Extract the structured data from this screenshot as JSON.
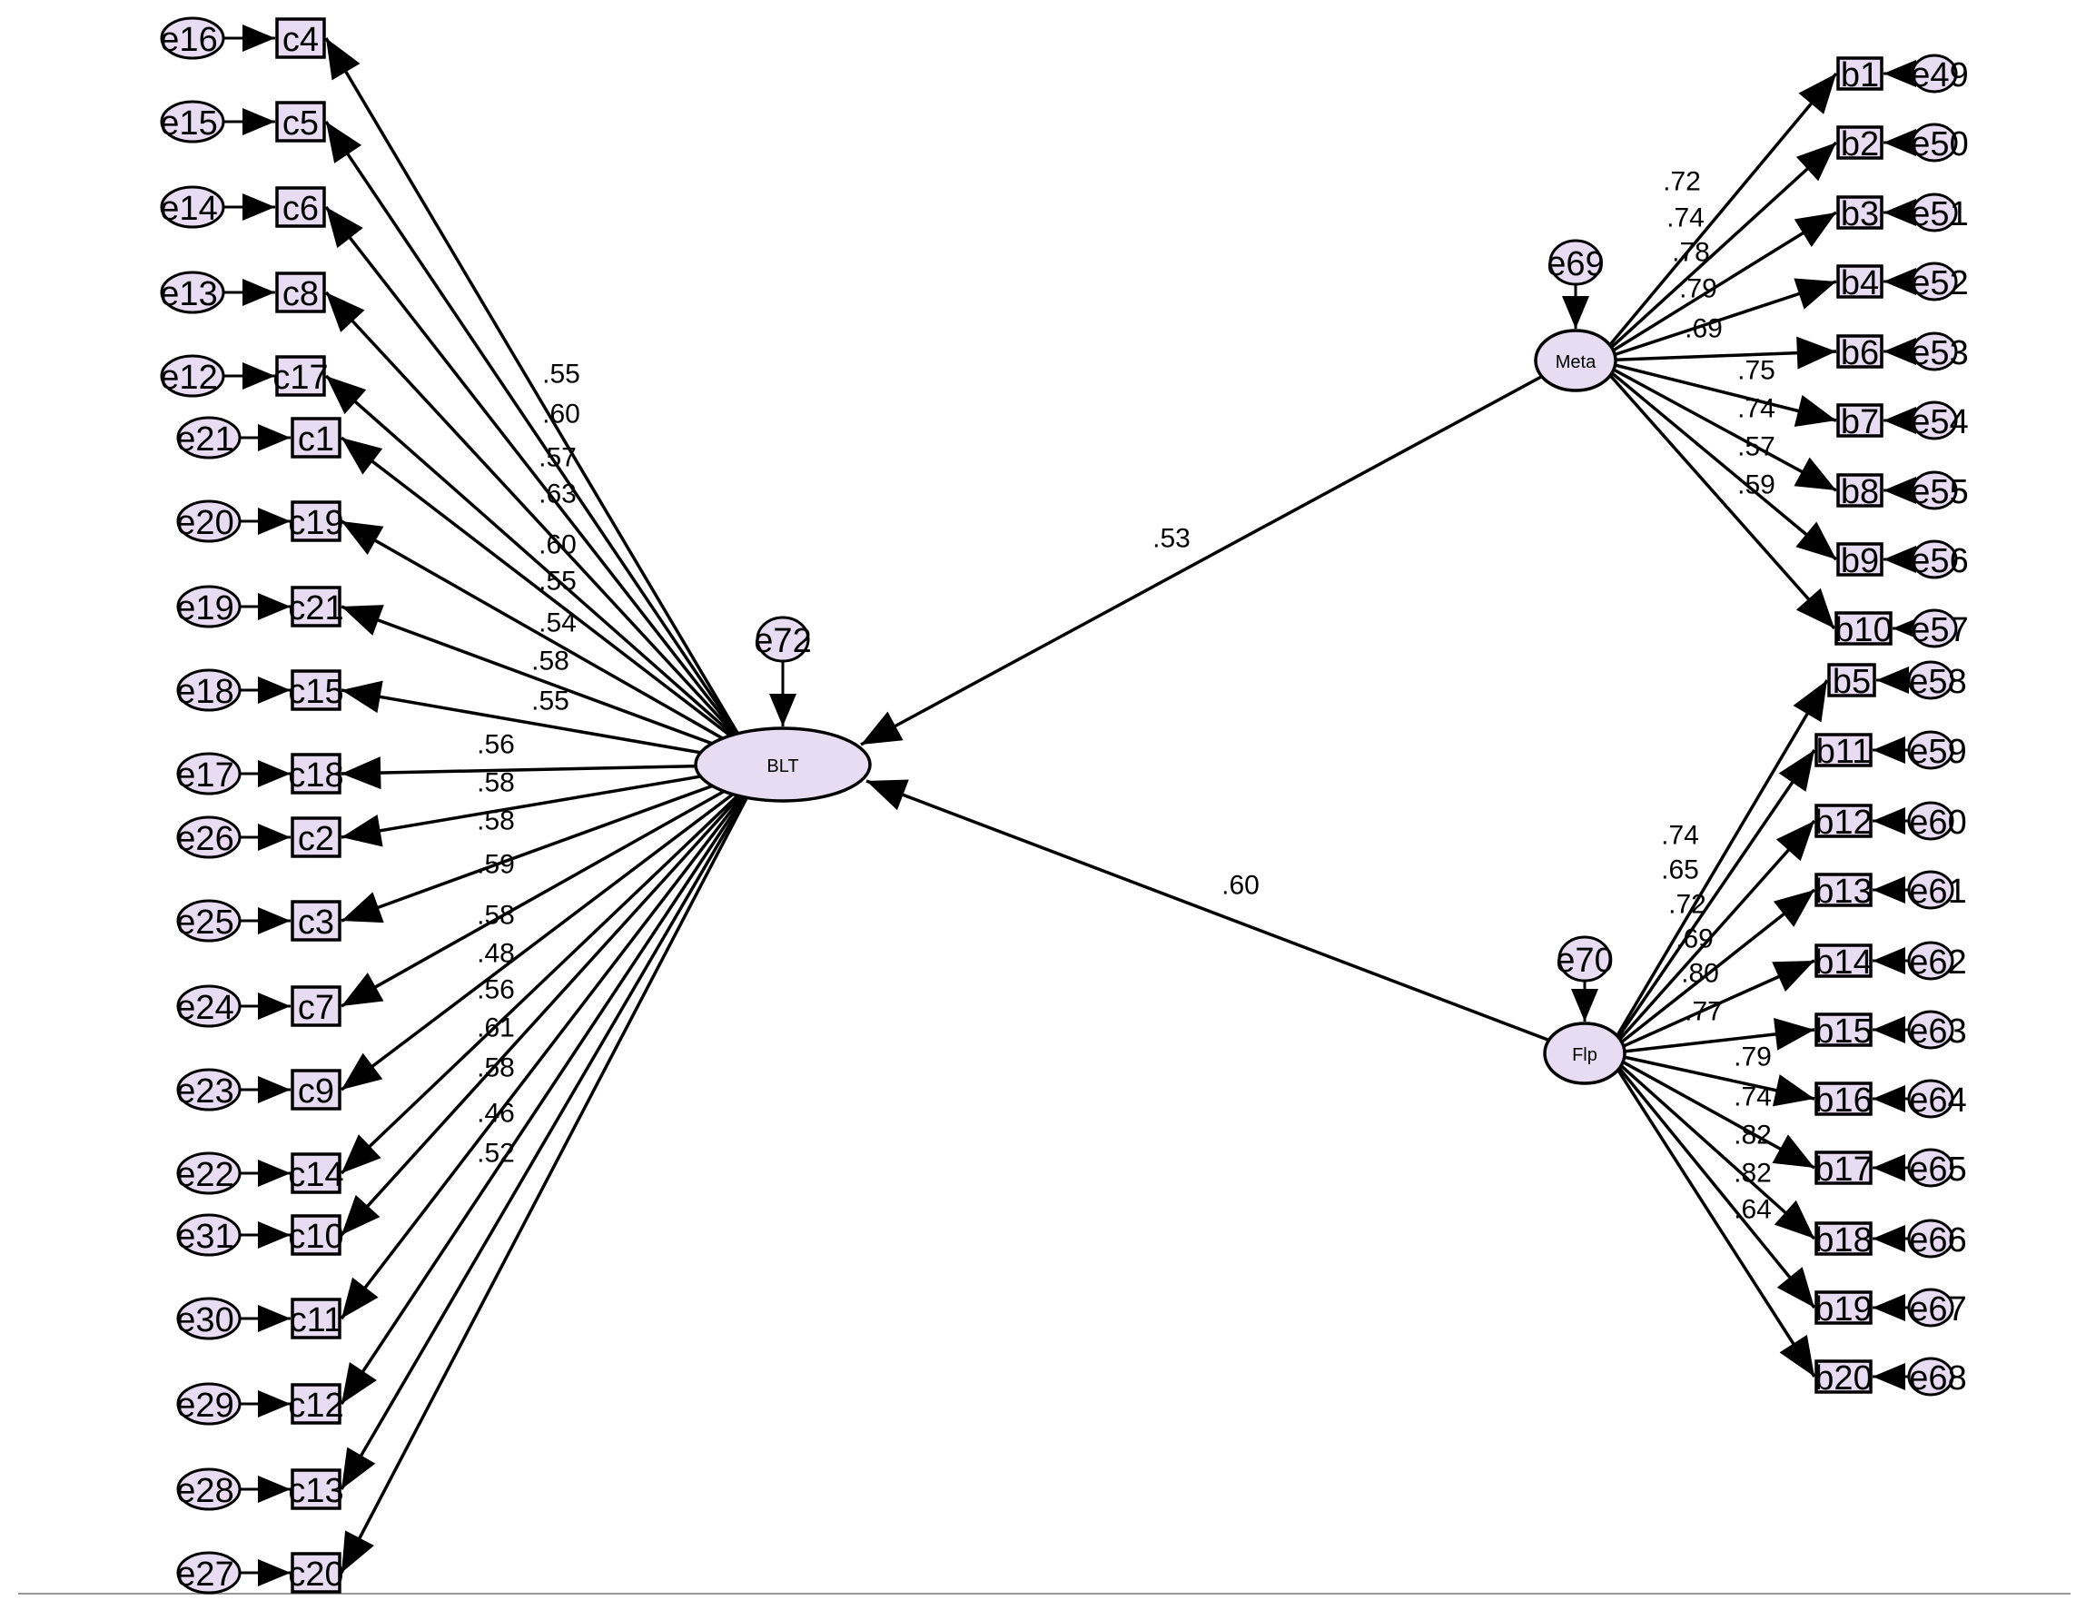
{
  "latents": {
    "blt": {
      "label": "BLT",
      "error": "e72"
    },
    "meta": {
      "label": "Meta",
      "error": "e69"
    },
    "flp": {
      "label": "Flp",
      "error": "e70"
    }
  },
  "paths": {
    "meta_to_blt": ".53",
    "flp_to_blt": ".60"
  },
  "blt_indicators": [
    {
      "label": "c4",
      "error": "e16",
      "loading": ".55"
    },
    {
      "label": "c5",
      "error": "e15",
      "loading": ".60"
    },
    {
      "label": "c6",
      "error": "e14",
      "loading": ".57"
    },
    {
      "label": "c8",
      "error": "e13",
      "loading": ".63"
    },
    {
      "label": "c17",
      "error": "e12",
      "loading": ".60"
    },
    {
      "label": "c1",
      "error": "e21",
      "loading": ".55"
    },
    {
      "label": "c19",
      "error": "e20",
      "loading": ".54"
    },
    {
      "label": "c21",
      "error": "e19",
      "loading": ".58"
    },
    {
      "label": "c15",
      "error": "e18",
      "loading": ".55"
    },
    {
      "label": "c18",
      "error": "e17",
      "loading": ".56"
    },
    {
      "label": "c2",
      "error": "e26",
      "loading": ".58"
    },
    {
      "label": "c3",
      "error": "e25",
      "loading": ".58"
    },
    {
      "label": "c7",
      "error": "e24",
      "loading": ".59"
    },
    {
      "label": "c9",
      "error": "e23",
      "loading": ".58"
    },
    {
      "label": "c14",
      "error": "e22",
      "loading": ".48"
    },
    {
      "label": "c10",
      "error": "e31",
      "loading": ".56"
    },
    {
      "label": "c11",
      "error": "e30",
      "loading": ".61"
    },
    {
      "label": "c12",
      "error": "e29",
      "loading": ".58"
    },
    {
      "label": "c13",
      "error": "e28",
      "loading": ".46"
    },
    {
      "label": "c20",
      "error": "e27",
      "loading": ".52"
    }
  ],
  "meta_indicators": [
    {
      "label": "b1",
      "error": "e49",
      "loading": ".72"
    },
    {
      "label": "b2",
      "error": "e50",
      "loading": ".74"
    },
    {
      "label": "b3",
      "error": "e51",
      "loading": ".78"
    },
    {
      "label": "b4",
      "error": "e52",
      "loading": ".79"
    },
    {
      "label": "b6",
      "error": "e53",
      "loading": ".69"
    },
    {
      "label": "b7",
      "error": "e54",
      "loading": ".75"
    },
    {
      "label": "b8",
      "error": "e55",
      "loading": ".74"
    },
    {
      "label": "b9",
      "error": "e56",
      "loading": ".57"
    },
    {
      "label": "b10",
      "error": "e57",
      "loading": ".59"
    }
  ],
  "flp_indicators": [
    {
      "label": "b5",
      "error": "e58",
      "loading": ".74"
    },
    {
      "label": "b11",
      "error": "e59",
      "loading": ".65"
    },
    {
      "label": "b12",
      "error": "e60",
      "loading": ".72"
    },
    {
      "label": "b13",
      "error": "e61",
      "loading": ".69"
    },
    {
      "label": "b14",
      "error": "e62",
      "loading": ".80"
    },
    {
      "label": "b15",
      "error": "e63",
      "loading": ".77"
    },
    {
      "label": "b16",
      "error": "e64",
      "loading": ".79"
    },
    {
      "label": "b17",
      "error": "e65",
      "loading": ".74"
    },
    {
      "label": "b18",
      "error": "e66",
      "loading": ".82"
    },
    {
      "label": "b19",
      "error": "e67",
      "loading": ".82"
    },
    {
      "label": "b20",
      "error": "e68",
      "loading": ".64"
    }
  ],
  "colors": {
    "node_fill": "#e8dcf2",
    "stroke": "#000000",
    "baseline": "#999999"
  }
}
